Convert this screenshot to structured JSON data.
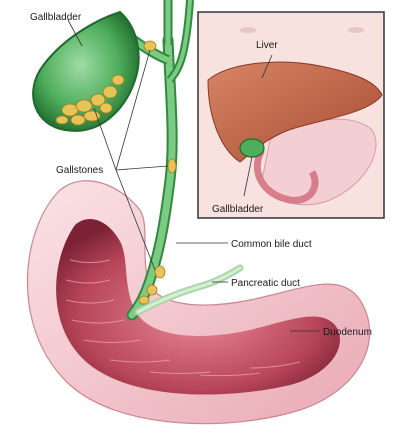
{
  "labels": {
    "gallbladder": "Gallbladder",
    "gallstones": "Gallstones",
    "common_bile_duct": "Common bile duct",
    "pancreatic_duct": "Pancreatic duct",
    "duodenum": "Duodenum"
  },
  "inset": {
    "liver": "Liver",
    "gallbladder": "Gallbladder"
  },
  "colors": {
    "gallbladder_wall": "#2f8a3d",
    "bile": "#5fb96b",
    "duct": "#66bb6a",
    "stone": "#e6c45a",
    "duodenum_outer": "#f3c9cf",
    "duodenum_inner": "#b9455a",
    "liver": "#c46a4a",
    "inset_skin": "#f6dede"
  }
}
